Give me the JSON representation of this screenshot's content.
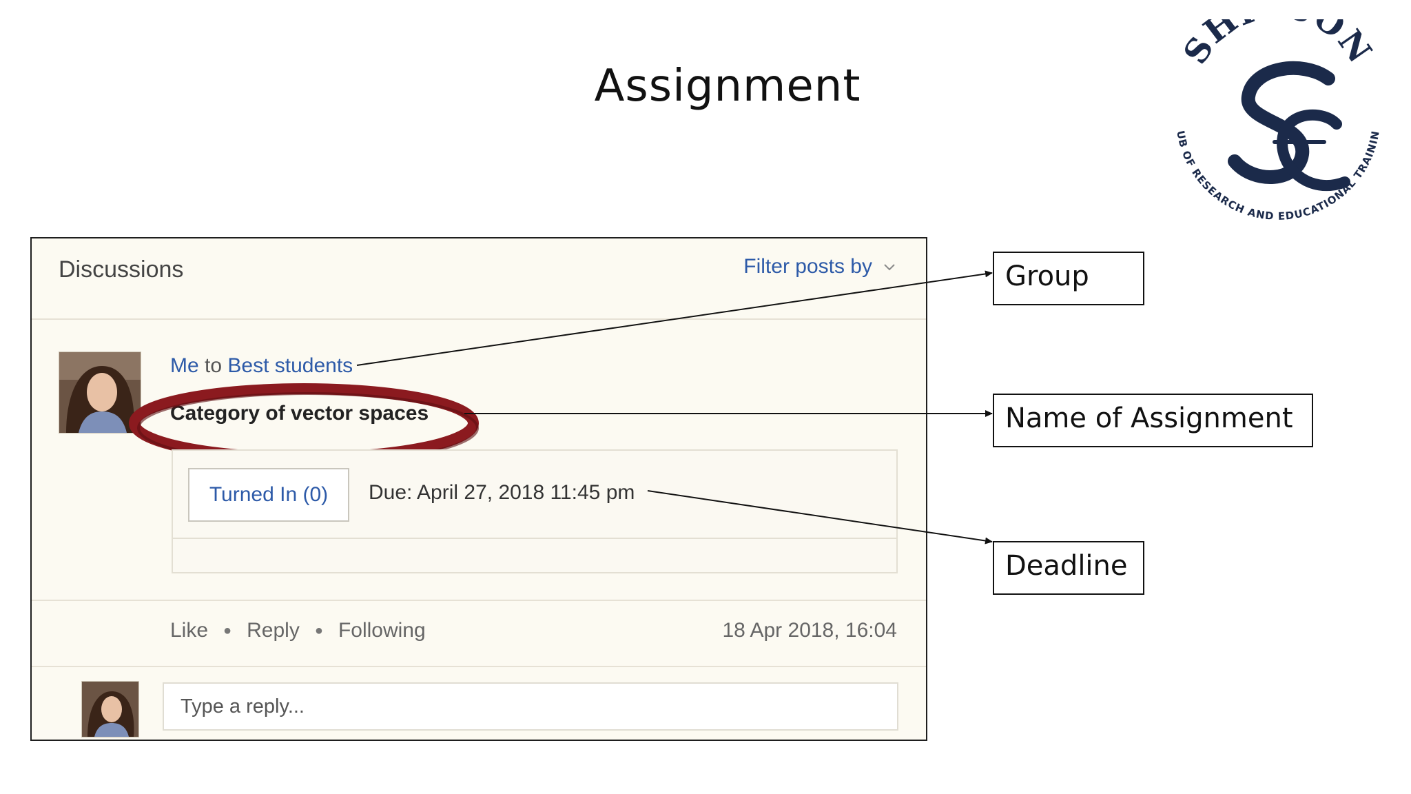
{
  "slide": {
    "title": "Assignment"
  },
  "logo": {
    "top_text": "SHIPCON",
    "monogram": "SC",
    "bottom_text": "HUB OF RESEARCH AND EDUCATIONAL TRAINING"
  },
  "discussions": {
    "title": "Discussions",
    "filter_label": "Filter posts by",
    "filter_icon": "chevron-down-icon",
    "post": {
      "author": "Me",
      "to_word": "to",
      "group": "Best students",
      "assignment_name": "Category of vector spaces",
      "turned_in_label": "Turned In (0)",
      "due": "Due: April 27, 2018 11:45 pm",
      "actions": {
        "like": "Like",
        "reply": "Reply",
        "following": "Following"
      },
      "timestamp": "18 Apr 2018, 16:04"
    },
    "reply_placeholder": "Type a reply..."
  },
  "callouts": {
    "group": "Group",
    "name": "Name of Assignment",
    "deadline": "Deadline"
  },
  "colors": {
    "link": "#2d5aa8",
    "panel_bg": "#fcfaf2",
    "highlight": "#8b1a1f",
    "logo": "#1b2a4a"
  }
}
